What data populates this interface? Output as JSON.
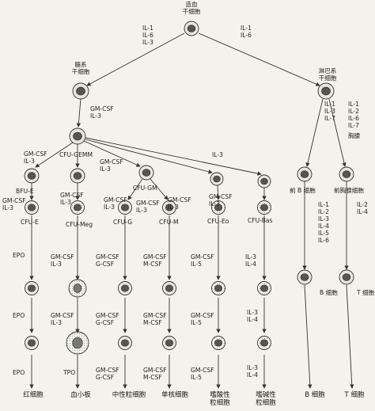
{
  "labels": {
    "hsc": "造血\n干细胞",
    "hsc_myeloid_cytokines": "IL-1\nIL-6\nIL-3",
    "hsc_lymphoid_cytokines": "IL-1\nIL-6",
    "myeloid_stem": "髓系\n干细胞",
    "lymphoid_stem": "淋巴系\n干细胞",
    "myeloid_to_gemm": "GM-CSF\nIL-3",
    "cfu_gemm": "CFU-GEMM",
    "bfue_cytokines": "GM-CSF\nIL-3",
    "cfugm_cytokines": "GM-CSF\nIL-3",
    "il3_long": "IL-3",
    "bfue": "BFU-E",
    "bfue_to_cfue": "GM-CSF\nIL-3",
    "cfugm": "CFU-GM",
    "gm_to_g": "GM-CSF\nIL-3",
    "gm_to_m": "GM-CSF\nIL-3",
    "gm_to_g_inner": "GM-CSF\nIL-3",
    "gemm_to_meg": "GM-CSF\nIL-3",
    "gemm_to_eo": "GM-CSF\nIL-3",
    "cfue": "CFU-E",
    "cfumeg": "CFU-Meg",
    "cfug": "CFU-G",
    "cfum": "CFU-M",
    "cfueo": "CFU-Eo",
    "cfubas": "CFU-Bas",
    "epo_1": "EPO",
    "meg_cyt_1": "GM-CSF\nIL-3",
    "g_cyt_1": "GM-CSF\nG-CSF",
    "m_cyt_1": "GM-CSF\nM-CSF",
    "eo_cyt_1": "GM-CSF\nIL-5",
    "bas_cyt_1": "IL-3\nIL-4",
    "epo_2": "EPO",
    "meg_cyt_2": "GM-CSF\nIL-3",
    "g_cyt_2": "GM-CSF\nG-CSF",
    "m_cyt_2": "GM-CSF\nM-CSF",
    "eo_cyt_2": "GM-CSF\nIL-5",
    "bas_cyt_2": "IL-3\nIL-4",
    "epo_3": "EPO",
    "tpo": "TPO",
    "g_cyt_3": "GM-CSF\nG-CSF",
    "m_cyt_3": "GM-CSF\nM-CSF",
    "eo_cyt_3": "GM-CSF\nIL-5",
    "bas_cyt_3": "IL-3\nIL-4",
    "lymph_b_cytokines": "IL-1\nIL-3\nIL-7",
    "lymph_t_cytokines": "IL-1\nIL-2\nIL-6\nIL-7",
    "thymus": "胸腺",
    "pre_b": "前 B 细胞",
    "pre_t": "前胸腺细胞",
    "preb_cytokines": "IL-1\nIL-2\nIL-3\nIL-4\nIL-5\nIL-6",
    "pret_cytokines": "IL-2\nIL-4",
    "b_cell": "B 细胞",
    "t_cell": "T 细胞"
  },
  "bottom": {
    "rbc": "红细胞",
    "platelet": "血小板",
    "neutrophil": "中性粒细胞",
    "monocyte": "单核细胞",
    "eosinophil": "嗜酸性\n粒细胞",
    "basophil": "嗜碱性\n粒细胞",
    "b": "B 细胞",
    "t": "T 细胞"
  }
}
